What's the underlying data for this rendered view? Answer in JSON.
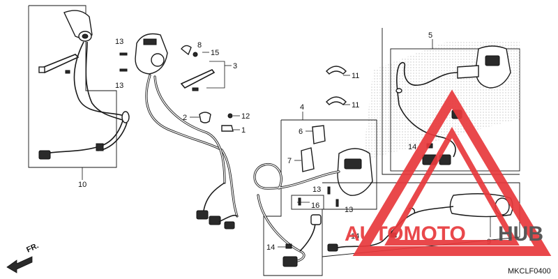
{
  "diagram": {
    "code": "MKCLF0400",
    "direction_label": "FR.",
    "callouts": [
      {
        "id": "c13a",
        "text": "13"
      },
      {
        "id": "c13b",
        "text": "13"
      },
      {
        "id": "c8",
        "text": "8"
      },
      {
        "id": "c15",
        "text": "15"
      },
      {
        "id": "c3",
        "text": "3"
      },
      {
        "id": "c2",
        "text": "2"
      },
      {
        "id": "c12",
        "text": "12"
      },
      {
        "id": "c1",
        "text": "1"
      },
      {
        "id": "c10",
        "text": "10"
      },
      {
        "id": "c5",
        "text": "5"
      },
      {
        "id": "c11a",
        "text": "11"
      },
      {
        "id": "c11b",
        "text": "11"
      },
      {
        "id": "c4",
        "text": "4"
      },
      {
        "id": "c6",
        "text": "6"
      },
      {
        "id": "c7",
        "text": "7"
      },
      {
        "id": "c13c",
        "text": "13"
      },
      {
        "id": "c13d",
        "text": "13"
      },
      {
        "id": "c16",
        "text": "16"
      },
      {
        "id": "c14a",
        "text": "14"
      },
      {
        "id": "c14b",
        "text": "14"
      },
      {
        "id": "c14c",
        "text": "14"
      },
      {
        "id": "c9",
        "text": "9"
      }
    ]
  },
  "watermark": {
    "text_left": "AUTOMOTO",
    "text_right": "HUB",
    "color_red": "#e8393c",
    "color_dark": "#4a4a4a"
  },
  "colors": {
    "line": "#1a1a1a",
    "dots": "#cfcfcf"
  }
}
